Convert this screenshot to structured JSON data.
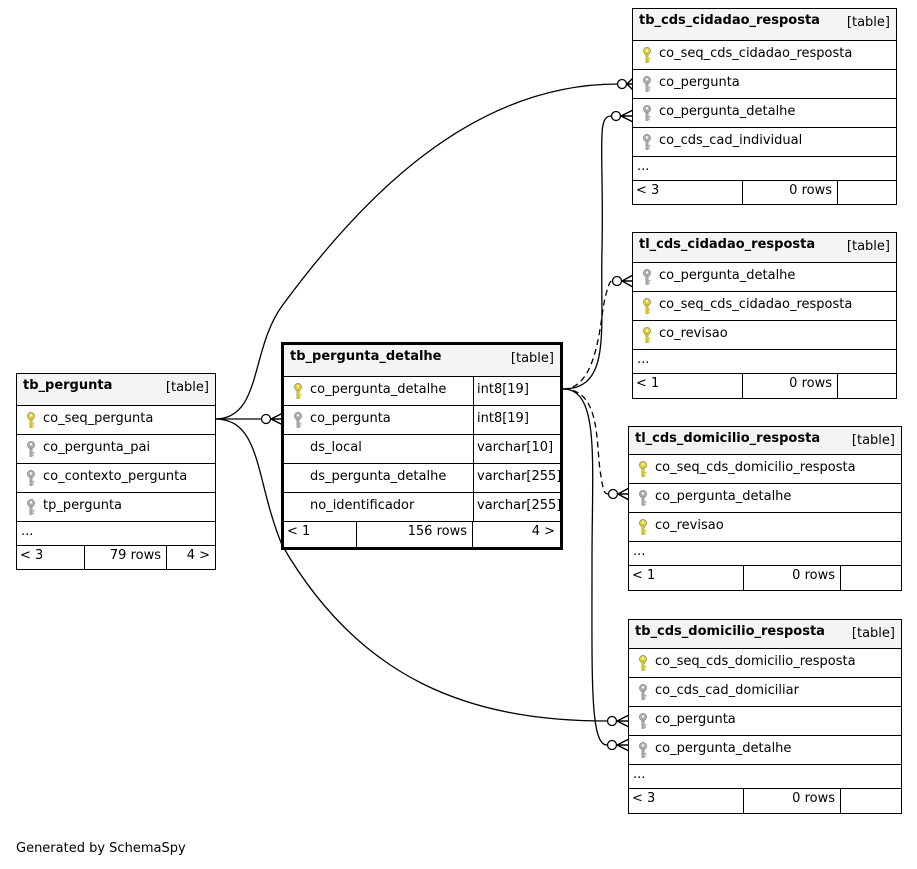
{
  "credit": "Generated by SchemaSpy",
  "key_colors": {
    "primary": "#ead21a",
    "foreign": "#b0b0b0"
  },
  "tables": [
    {
      "id": "tb_pergunta",
      "name": "tb_pergunta",
      "type": "[table]",
      "columns": [
        {
          "name": "co_seq_pergunta",
          "key": "primary"
        },
        {
          "name": "co_pergunta_pai",
          "key": "foreign"
        },
        {
          "name": "co_contexto_pergunta",
          "key": "foreign"
        },
        {
          "name": "tp_pergunta",
          "key": "foreign"
        }
      ],
      "more": "...",
      "footer": [
        "< 3",
        "79 rows",
        "4 >"
      ]
    },
    {
      "id": "tb_pergunta_detalhe",
      "name": "tb_pergunta_detalhe",
      "type": "[table]",
      "columns": [
        {
          "name": "co_pergunta_detalhe",
          "key": "primary",
          "type": "int8[19]"
        },
        {
          "name": "co_pergunta",
          "key": "foreign",
          "type": "int8[19]"
        },
        {
          "name": "ds_local",
          "key": "none",
          "type": "varchar[10]"
        },
        {
          "name": "ds_pergunta_detalhe",
          "key": "none",
          "type": "varchar[255]"
        },
        {
          "name": "no_identificador",
          "key": "none",
          "type": "varchar[255]"
        }
      ],
      "footer": [
        "< 1",
        "156 rows",
        "4 >"
      ]
    },
    {
      "id": "tb_cds_cidadao_resposta",
      "name": "tb_cds_cidadao_resposta",
      "type": "[table]",
      "columns": [
        {
          "name": "co_seq_cds_cidadao_resposta",
          "key": "primary"
        },
        {
          "name": "co_pergunta",
          "key": "foreign"
        },
        {
          "name": "co_pergunta_detalhe",
          "key": "foreign"
        },
        {
          "name": "co_cds_cad_individual",
          "key": "foreign"
        }
      ],
      "more": "...",
      "footer": [
        "< 3",
        "0 rows",
        ""
      ]
    },
    {
      "id": "tl_cds_cidadao_resposta",
      "name": "tl_cds_cidadao_resposta",
      "type": "[table]",
      "columns": [
        {
          "name": "co_pergunta_detalhe",
          "key": "foreign"
        },
        {
          "name": "co_seq_cds_cidadao_resposta",
          "key": "primary"
        },
        {
          "name": "co_revisao",
          "key": "primary"
        }
      ],
      "more": "...",
      "footer": [
        "< 1",
        "0 rows",
        ""
      ]
    },
    {
      "id": "tl_cds_domicilio_resposta",
      "name": "tl_cds_domicilio_resposta",
      "type": "[table]",
      "columns": [
        {
          "name": "co_seq_cds_domicilio_resposta",
          "key": "primary"
        },
        {
          "name": "co_pergunta_detalhe",
          "key": "foreign"
        },
        {
          "name": "co_revisao",
          "key": "primary"
        }
      ],
      "more": "...",
      "footer": [
        "< 1",
        "0 rows",
        ""
      ]
    },
    {
      "id": "tb_cds_domicilio_resposta",
      "name": "tb_cds_domicilio_resposta",
      "type": "[table]",
      "columns": [
        {
          "name": "co_seq_cds_domicilio_resposta",
          "key": "primary"
        },
        {
          "name": "co_cds_cad_domiciliar",
          "key": "foreign"
        },
        {
          "name": "co_pergunta",
          "key": "foreign"
        },
        {
          "name": "co_pergunta_detalhe",
          "key": "foreign"
        }
      ],
      "more": "...",
      "footer": [
        "< 3",
        "0 rows",
        ""
      ]
    }
  ]
}
